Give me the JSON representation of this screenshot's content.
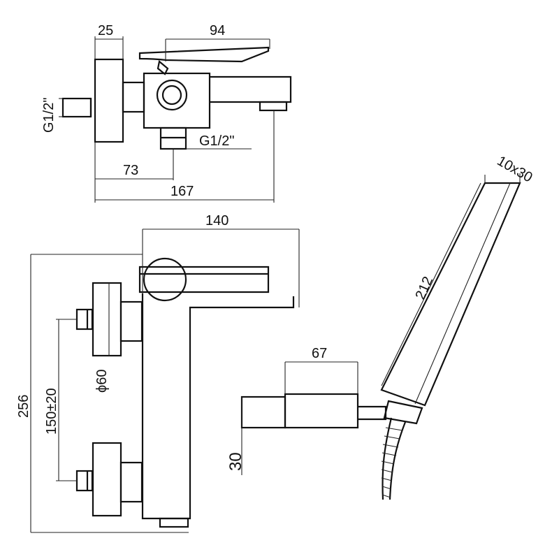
{
  "labels": {
    "d_25": "25",
    "d_94": "94",
    "thread_left": "G1/2\"",
    "thread_right": "G1/2\"",
    "d_73": "73",
    "d_167": "167",
    "d_140": "140",
    "d_256": "256",
    "d_150": "150±20",
    "d_60": "ϕ60",
    "d_67": "67",
    "d_30": "30",
    "d_212": "212",
    "d_10x30": "10x30"
  }
}
